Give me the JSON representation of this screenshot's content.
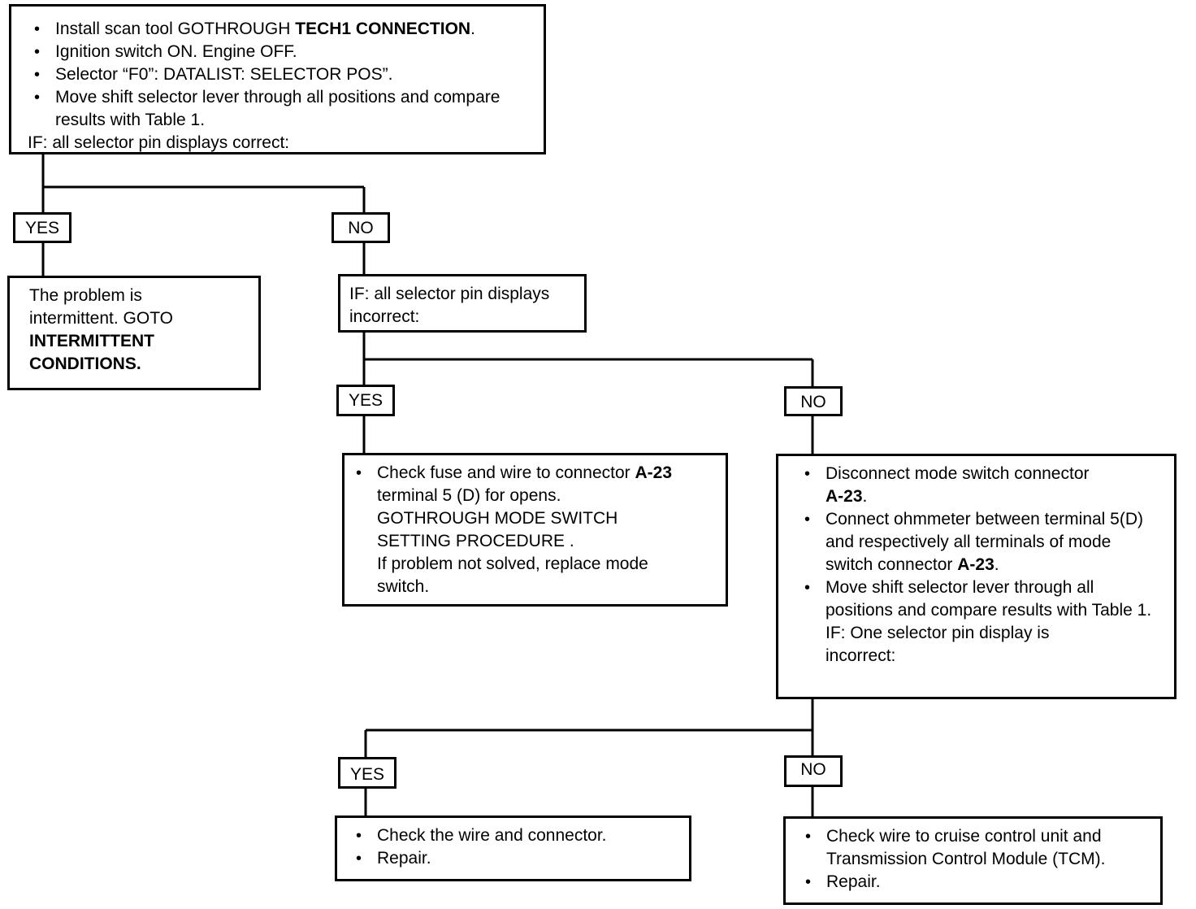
{
  "step1": {
    "bullets": [
      {
        "text": "Install scan tool GOTHROUGH ",
        "bold": "TECH1 CONNECTION",
        "suffix": "."
      },
      {
        "text": "Ignition switch ON.  Engine OFF."
      },
      {
        "text": "Selector “F0”: DATALIST: SELECTOR POS”."
      },
      {
        "text": "Move shift selector lever through all positions and compare results with Table 1."
      }
    ],
    "condition": "IF:  all selector pin displays correct:"
  },
  "branch1": {
    "yes_label": "YES",
    "no_label": "NO",
    "yes_result": {
      "line1": "The problem is",
      "line2": "intermittent. GOTO",
      "bold1": "INTERMITTENT",
      "bold2": "CONDITIONS."
    },
    "no_condition": {
      "line1": "IF:  all selector pin displays",
      "line2": "incorrect:"
    }
  },
  "branch2": {
    "yes_label": "YES",
    "no_label": "NO",
    "yes_result": {
      "text1": "Check fuse and wire to connector ",
      "bold1": "A-23",
      "line2": "terminal 5 (D) for opens.",
      "line3": "GOTHROUGH MODE SWITCH",
      "line4": "SETTING PROCEDURE .",
      "line5": "If problem not solved, replace mode",
      "line6": "switch."
    },
    "no_result": {
      "b1_text": "Disconnect mode switch connector",
      "b1_bold": "A-23",
      "b1_suffix": ".",
      "b2_text": "Connect ohmmeter between terminal 5(D) and respectively all terminals of mode switch connector ",
      "b2_bold": "A-23",
      "b2_suffix": ".",
      "b3_text": "Move shift selector lever through all positions and compare results with Table 1.",
      "b3_condition1": "IF:  One selector pin display is",
      "b3_condition2": "incorrect:"
    }
  },
  "branch3": {
    "yes_label": "YES",
    "no_label": "NO",
    "yes_result": [
      "Check the wire and connector.",
      "Repair."
    ],
    "no_result": [
      "Check wire to cruise control unit and Transmission Control Module (TCM).",
      "Repair."
    ]
  }
}
